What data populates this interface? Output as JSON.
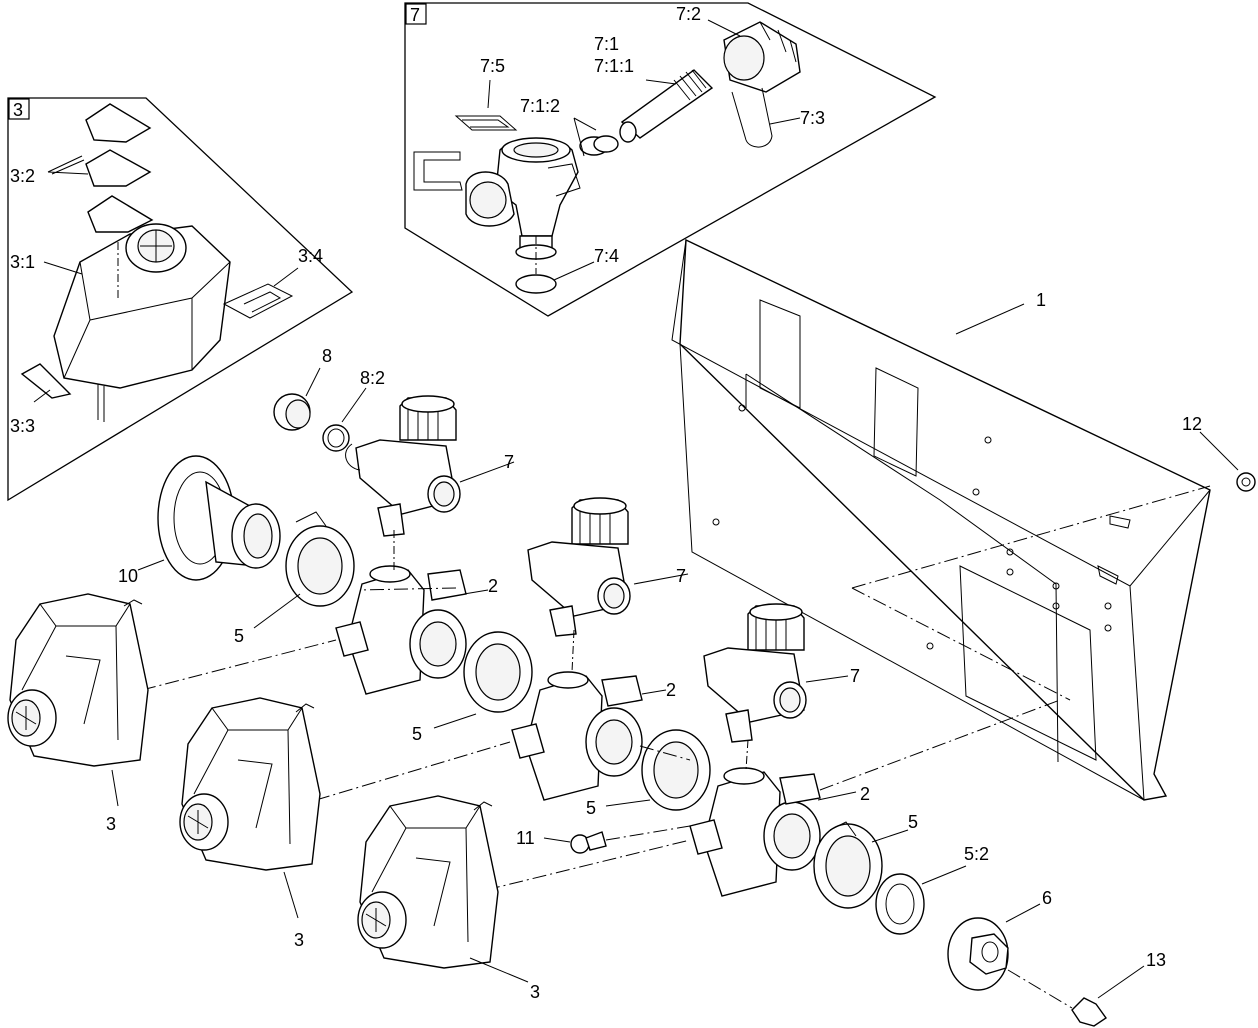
{
  "diagram": {
    "inset_boxes": {
      "box3": "3",
      "box7": "7"
    },
    "labels": {
      "l_7_2": "7:2",
      "l_7_1": "7:1",
      "l_7_1_1": "7:1:1",
      "l_7_5": "7:5",
      "l_7_1_2": "7:1:2",
      "l_7_3": "7:3",
      "l_7_4": "7:4",
      "l_3_2": "3:2",
      "l_3_1": "3:1",
      "l_3_4": "3:4",
      "l_3_3": "3:3",
      "l_1": "1",
      "l_8": "8",
      "l_8_2": "8:2",
      "l_12": "12",
      "l_7a": "7",
      "l_10": "10",
      "l_7b": "7",
      "l_2a": "2",
      "l_5a": "5",
      "l_7c": "7",
      "l_2b": "2",
      "l_5b": "5",
      "l_2c": "2",
      "l_5c": "5",
      "l_5d": "5",
      "l_11": "11",
      "l_5_2": "5:2",
      "l_6": "6",
      "l_3a": "3",
      "l_3b": "3",
      "l_3c": "3",
      "l_13": "13"
    }
  }
}
